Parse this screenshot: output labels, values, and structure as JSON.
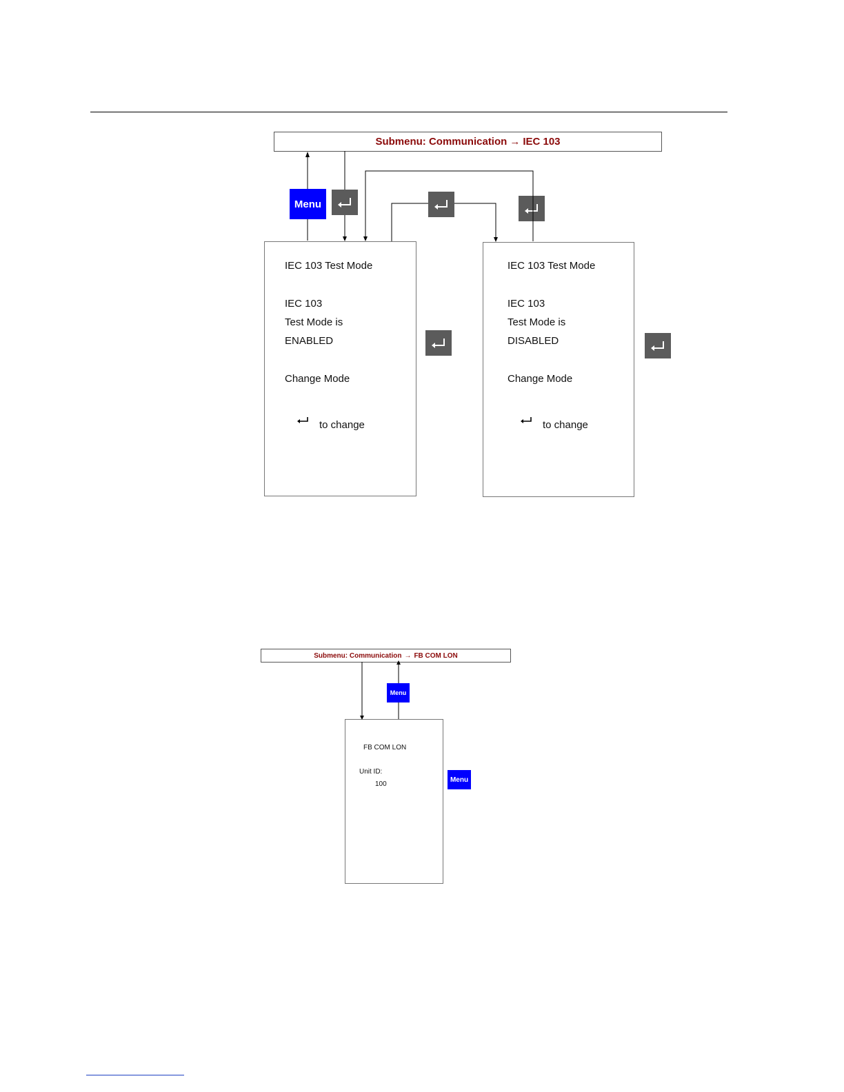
{
  "diagram1": {
    "banner": {
      "prefix": "Submenu: Communication",
      "arrow": "→",
      "suffix": "IEC 103"
    },
    "menu_key_label": "Menu",
    "screen_enabled": {
      "title": "IEC 103 Test Mode",
      "line1": "IEC 103",
      "line2": "Test Mode is",
      "line3": "ENABLED",
      "line4": "Change Mode",
      "hint_icon": "enter-arrow",
      "hint_text": "to change"
    },
    "screen_disabled": {
      "title": "IEC 103 Test Mode",
      "line1": "IEC 103",
      "line2": "Test Mode is",
      "line3": "DISABLED",
      "line4": "Change Mode",
      "hint_icon": "enter-arrow",
      "hint_text": "to change"
    }
  },
  "diagram2": {
    "banner": {
      "prefix": "Submenu: Communication",
      "arrow": "→",
      "suffix": "FB COM LON"
    },
    "menu_key_label": "Menu",
    "screen": {
      "title": "FB COM LON",
      "label": "Unit ID:",
      "value": "100"
    },
    "side_menu_key_label": "Menu"
  },
  "colors": {
    "banner_text": "#8b0a0a",
    "menu_key": "#0000ff",
    "enter_key": "#5b5b5b"
  },
  "icons": {
    "enter_key": "enter-arrow-icon",
    "connector": "arrow-icon"
  }
}
